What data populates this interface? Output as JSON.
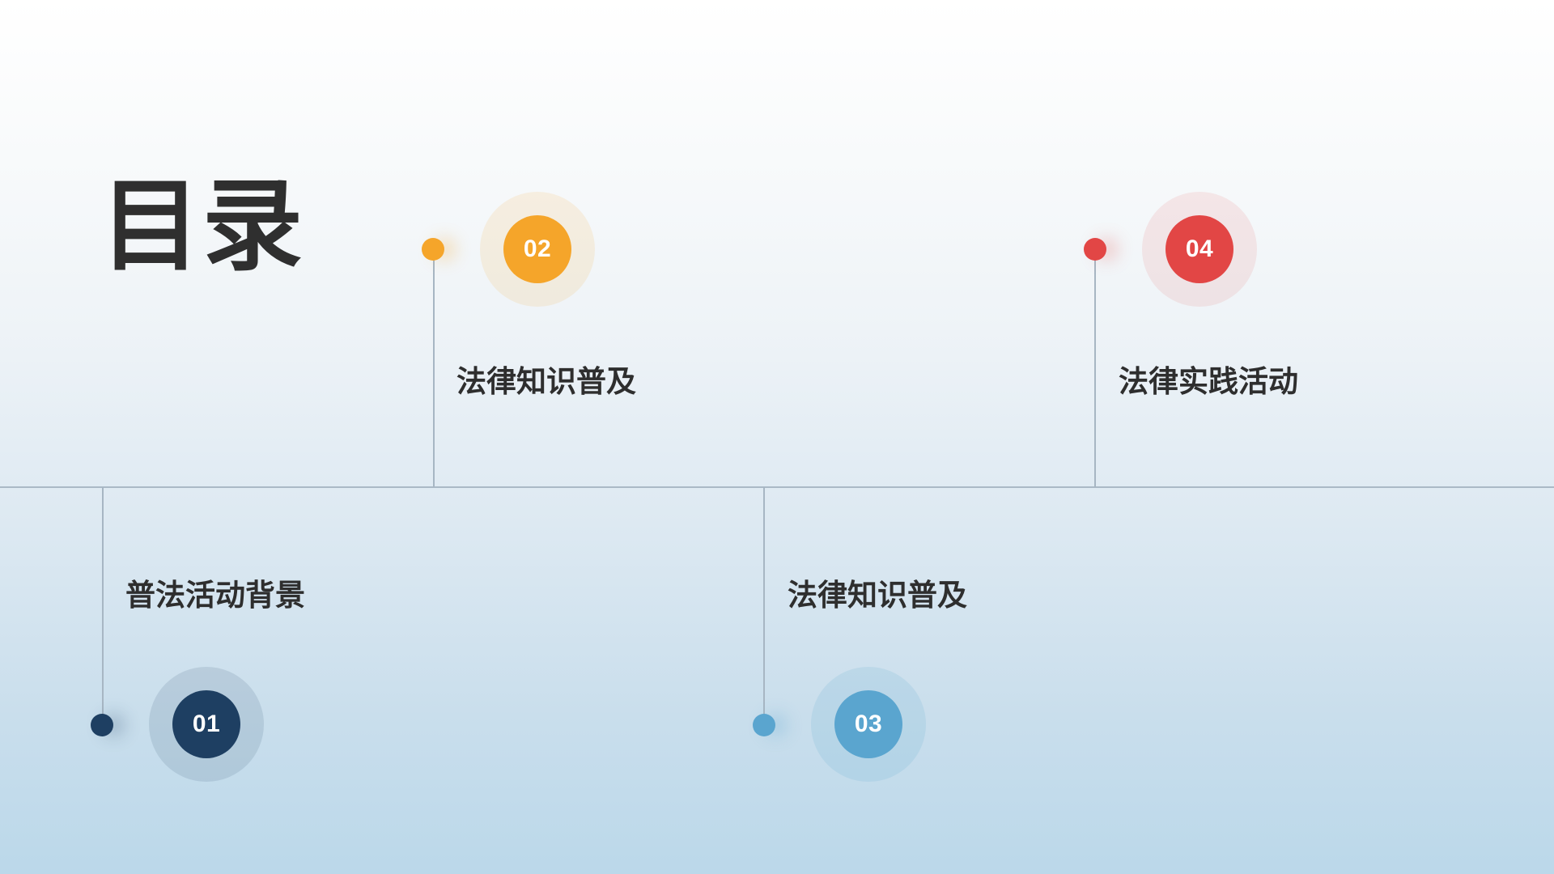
{
  "page": {
    "title": "目录"
  },
  "items": [
    {
      "number": "01",
      "label": "普法活动背景",
      "color": "#1e3f62"
    },
    {
      "number": "02",
      "label": "法律知识普及",
      "color": "#f5a52a"
    },
    {
      "number": "03",
      "label": "法律知识普及",
      "color": "#5aa5cf"
    },
    {
      "number": "04",
      "label": "法律实践活动",
      "color": "#e24645"
    }
  ],
  "colors": {
    "text_primary": "#2e2e2e",
    "timeline_line": "#aab9c6"
  }
}
